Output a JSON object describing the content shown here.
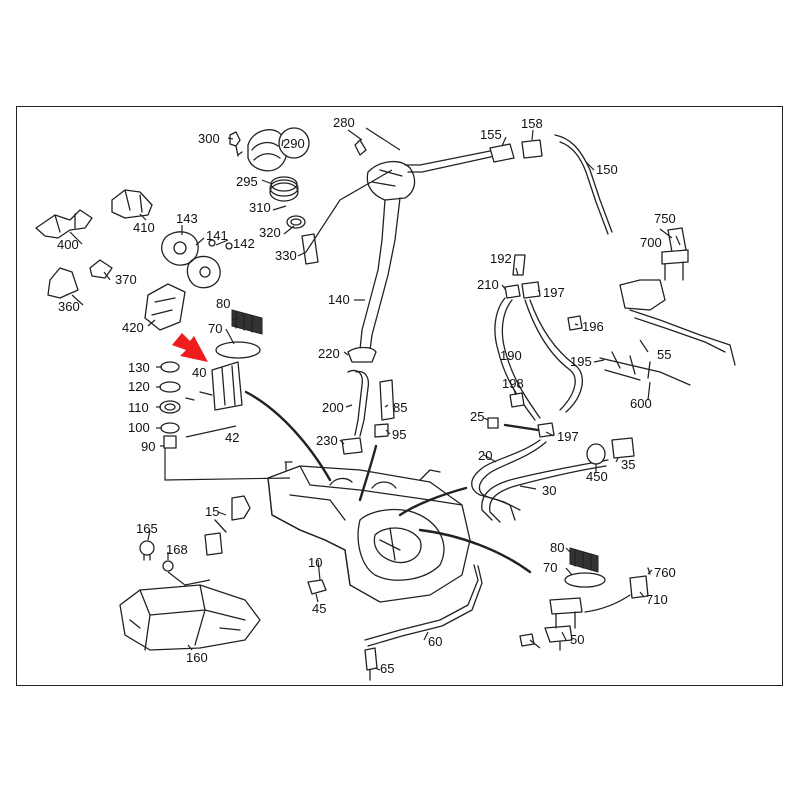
{
  "colors": {
    "arrow": "#ee1c1c",
    "line": "#222222",
    "background": "#ffffff"
  },
  "labels": [
    {
      "id": "300",
      "text": "300"
    },
    {
      "id": "290",
      "text": "290"
    },
    {
      "id": "280",
      "text": "280"
    },
    {
      "id": "155",
      "text": "155"
    },
    {
      "id": "158",
      "text": "158"
    },
    {
      "id": "150",
      "text": "150"
    },
    {
      "id": "295",
      "text": "295"
    },
    {
      "id": "310",
      "text": "310"
    },
    {
      "id": "320",
      "text": "320"
    },
    {
      "id": "330",
      "text": "330"
    },
    {
      "id": "400",
      "text": "400"
    },
    {
      "id": "410",
      "text": "410"
    },
    {
      "id": "143",
      "text": "143"
    },
    {
      "id": "141",
      "text": "141"
    },
    {
      "id": "142",
      "text": "142"
    },
    {
      "id": "370",
      "text": "370"
    },
    {
      "id": "360",
      "text": "360"
    },
    {
      "id": "420",
      "text": "420"
    },
    {
      "id": "80a",
      "text": "80"
    },
    {
      "id": "70a",
      "text": "70"
    },
    {
      "id": "40",
      "text": "40"
    },
    {
      "id": "130",
      "text": "130"
    },
    {
      "id": "120",
      "text": "120"
    },
    {
      "id": "110",
      "text": "110"
    },
    {
      "id": "100",
      "text": "100"
    },
    {
      "id": "90",
      "text": "90"
    },
    {
      "id": "42",
      "text": "42"
    },
    {
      "id": "140",
      "text": "140"
    },
    {
      "id": "220",
      "text": "220"
    },
    {
      "id": "200",
      "text": "200"
    },
    {
      "id": "85",
      "text": "85"
    },
    {
      "id": "230",
      "text": "230"
    },
    {
      "id": "95",
      "text": "95"
    },
    {
      "id": "750",
      "text": "750"
    },
    {
      "id": "700",
      "text": "700"
    },
    {
      "id": "192",
      "text": "192"
    },
    {
      "id": "210",
      "text": "210"
    },
    {
      "id": "197a",
      "text": "197"
    },
    {
      "id": "196",
      "text": "196"
    },
    {
      "id": "190",
      "text": "190"
    },
    {
      "id": "195",
      "text": "195"
    },
    {
      "id": "55",
      "text": "55"
    },
    {
      "id": "198",
      "text": "198"
    },
    {
      "id": "600",
      "text": "600"
    },
    {
      "id": "25",
      "text": "25"
    },
    {
      "id": "197b",
      "text": "197"
    },
    {
      "id": "20",
      "text": "20"
    },
    {
      "id": "450",
      "text": "450"
    },
    {
      "id": "35",
      "text": "35"
    },
    {
      "id": "30",
      "text": "30"
    },
    {
      "id": "15",
      "text": "15"
    },
    {
      "id": "165",
      "text": "165"
    },
    {
      "id": "168",
      "text": "168"
    },
    {
      "id": "10",
      "text": "10"
    },
    {
      "id": "45",
      "text": "45"
    },
    {
      "id": "160",
      "text": "160"
    },
    {
      "id": "60",
      "text": "60"
    },
    {
      "id": "65",
      "text": "65"
    },
    {
      "id": "80b",
      "text": "80"
    },
    {
      "id": "70b",
      "text": "70"
    },
    {
      "id": "760",
      "text": "760"
    },
    {
      "id": "710",
      "text": "710"
    },
    {
      "id": "50",
      "text": "50"
    }
  ]
}
